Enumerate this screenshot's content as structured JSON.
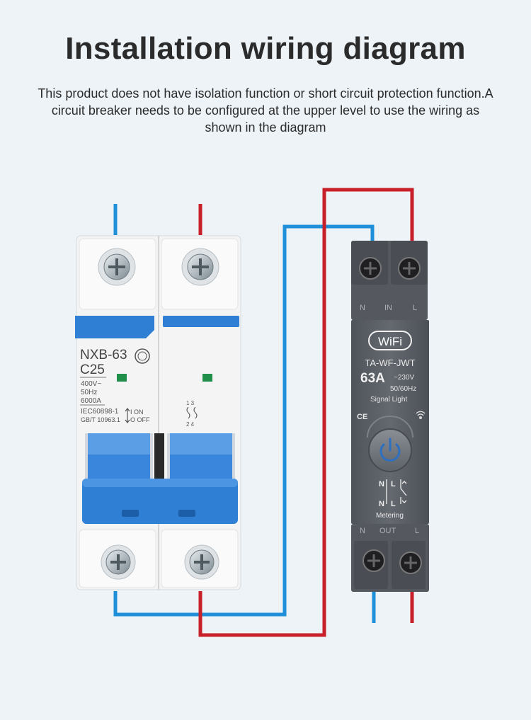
{
  "title": "Installation wiring diagram",
  "subtitle": "This product does not have isolation function or short circuit protection function.A circuit breaker needs to be configured at the upper level to use the wiring as shown in the diagram",
  "colors": {
    "neutral_wire": "#1e8fd8",
    "live_wire": "#c8202a",
    "breaker_body": "#f4f4f4",
    "breaker_blue": "#2f7fd4",
    "device_body": "#5a5e65"
  },
  "breaker": {
    "model": "NXB-63",
    "rating": "C25",
    "voltage": "400V~",
    "frequency": "50Hz",
    "capacity": "6000A",
    "standard_1": "IEC60898-1",
    "standard_2": "GB/T 10963.1",
    "on_label": "I ON",
    "off_label": "O OFF",
    "terminal_top": "1 3",
    "terminal_bottom": "2 4"
  },
  "device": {
    "top_labels": [
      "N",
      "IN",
      "L"
    ],
    "wifi_badge": "WiFi",
    "model": "TA-WF-JWT",
    "current": "63A",
    "voltage": "~230V",
    "frequency": "50/60Hz",
    "signal_label": "Signal Light",
    "ce_mark": "CE",
    "n_label_1": "N",
    "l_label_1": "L",
    "n_label_2": "N",
    "l_label_2": "L",
    "metering_label": "Metering",
    "bottom_labels": [
      "N",
      "OUT",
      "L"
    ]
  }
}
